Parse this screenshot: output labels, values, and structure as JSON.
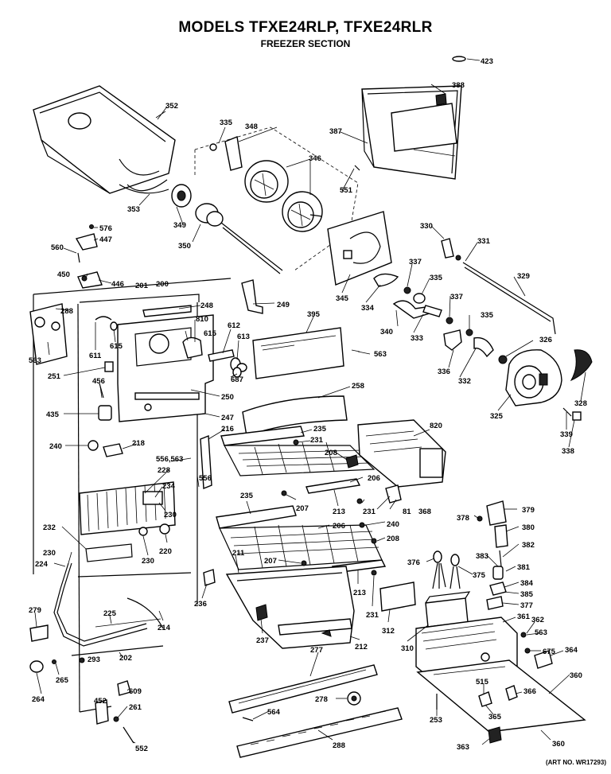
{
  "header": {
    "title": "MODELS TFXE24RLP, TFXE24RLR",
    "subtitle": "FREEZER SECTION"
  },
  "footer": {
    "art_no": "(ART NO. WR17293)"
  },
  "callouts": [
    {
      "id": "c423",
      "text": "423"
    },
    {
      "id": "c388",
      "text": "388"
    },
    {
      "id": "c352",
      "text": "352"
    },
    {
      "id": "c335a",
      "text": "335"
    },
    {
      "id": "c348",
      "text": "348"
    },
    {
      "id": "c387",
      "text": "387"
    },
    {
      "id": "c346",
      "text": "346"
    },
    {
      "id": "c551",
      "text": "551"
    },
    {
      "id": "c353",
      "text": "353"
    },
    {
      "id": "c349",
      "text": "349"
    },
    {
      "id": "c576",
      "text": "576"
    },
    {
      "id": "c447",
      "text": "447"
    },
    {
      "id": "c350",
      "text": "350"
    },
    {
      "id": "c560",
      "text": "560"
    },
    {
      "id": "c330",
      "text": "330"
    },
    {
      "id": "c331",
      "text": "331"
    },
    {
      "id": "c450",
      "text": "450"
    },
    {
      "id": "c446",
      "text": "446"
    },
    {
      "id": "c201",
      "text": "201"
    },
    {
      "id": "c200",
      "text": "200"
    },
    {
      "id": "c249",
      "text": "249"
    },
    {
      "id": "c337a",
      "text": "337"
    },
    {
      "id": "c335b",
      "text": "335"
    },
    {
      "id": "c329",
      "text": "329"
    },
    {
      "id": "c345",
      "text": "345"
    },
    {
      "id": "c334",
      "text": "334"
    },
    {
      "id": "c337b",
      "text": "337"
    },
    {
      "id": "c288",
      "text": "288"
    },
    {
      "id": "c248",
      "text": "248"
    },
    {
      "id": "c395",
      "text": "395"
    },
    {
      "id": "c810",
      "text": "810"
    },
    {
      "id": "c340",
      "text": "340"
    },
    {
      "id": "c333",
      "text": "333"
    },
    {
      "id": "c335c",
      "text": "335"
    },
    {
      "id": "c612",
      "text": "612"
    },
    {
      "id": "c613",
      "text": "613"
    },
    {
      "id": "c615a",
      "text": "615"
    },
    {
      "id": "c615b",
      "text": "615"
    },
    {
      "id": "c611",
      "text": "611"
    },
    {
      "id": "c563a",
      "text": "563"
    },
    {
      "id": "c563b",
      "text": "563"
    },
    {
      "id": "c326",
      "text": "326"
    },
    {
      "id": "c251",
      "text": "251"
    },
    {
      "id": "c687",
      "text": "687"
    },
    {
      "id": "c336",
      "text": "336"
    },
    {
      "id": "c332",
      "text": "332"
    },
    {
      "id": "c456",
      "text": "456"
    },
    {
      "id": "c258",
      "text": "258"
    },
    {
      "id": "c250",
      "text": "250"
    },
    {
      "id": "c325",
      "text": "325"
    },
    {
      "id": "c328",
      "text": "328"
    },
    {
      "id": "c435",
      "text": "435"
    },
    {
      "id": "c247",
      "text": "247"
    },
    {
      "id": "c339",
      "text": "339"
    },
    {
      "id": "c338",
      "text": "338"
    },
    {
      "id": "c820",
      "text": "820"
    },
    {
      "id": "c216",
      "text": "216"
    },
    {
      "id": "c235a",
      "text": "235"
    },
    {
      "id": "c240",
      "text": "240"
    },
    {
      "id": "c218",
      "text": "218"
    },
    {
      "id": "c231a",
      "text": "231"
    },
    {
      "id": "c208a",
      "text": "208"
    },
    {
      "id": "c556563",
      "text": "556,563"
    },
    {
      "id": "c228",
      "text": "228"
    },
    {
      "id": "c556",
      "text": "556"
    },
    {
      "id": "c234",
      "text": "234"
    },
    {
      "id": "c206a",
      "text": "206"
    },
    {
      "id": "c207a",
      "text": "207"
    },
    {
      "id": "c213a",
      "text": "213"
    },
    {
      "id": "c231b",
      "text": "231"
    },
    {
      "id": "c81",
      "text": "81"
    },
    {
      "id": "c368",
      "text": "368"
    },
    {
      "id": "c230a",
      "text": "230"
    },
    {
      "id": "c235b",
      "text": "235"
    },
    {
      "id": "c378",
      "text": "378"
    },
    {
      "id": "c379",
      "text": "379"
    },
    {
      "id": "c232",
      "text": "232"
    },
    {
      "id": "c240b",
      "text": "240"
    },
    {
      "id": "c206b",
      "text": "206"
    },
    {
      "id": "c380",
      "text": "380"
    },
    {
      "id": "c220",
      "text": "220"
    },
    {
      "id": "c208b",
      "text": "208"
    },
    {
      "id": "c382",
      "text": "382"
    },
    {
      "id": "c230b",
      "text": "230"
    },
    {
      "id": "c230c",
      "text": "230"
    },
    {
      "id": "c211",
      "text": "211"
    },
    {
      "id": "c207b",
      "text": "207"
    },
    {
      "id": "c383",
      "text": "383"
    },
    {
      "id": "c376",
      "text": "376"
    },
    {
      "id": "c375",
      "text": "375"
    },
    {
      "id": "c381",
      "text": "381"
    },
    {
      "id": "c224",
      "text": "224"
    },
    {
      "id": "c384",
      "text": "384"
    },
    {
      "id": "c385",
      "text": "385"
    },
    {
      "id": "c236",
      "text": "236"
    },
    {
      "id": "c213b",
      "text": "213"
    },
    {
      "id": "c377",
      "text": "377"
    },
    {
      "id": "c231c",
      "text": "231"
    },
    {
      "id": "c361",
      "text": "361"
    },
    {
      "id": "c279",
      "text": "279"
    },
    {
      "id": "c225",
      "text": "225"
    },
    {
      "id": "c214",
      "text": "214"
    },
    {
      "id": "c362",
      "text": "362"
    },
    {
      "id": "c563c",
      "text": "563"
    },
    {
      "id": "c237",
      "text": "237"
    },
    {
      "id": "c312",
      "text": "312"
    },
    {
      "id": "c310",
      "text": "310"
    },
    {
      "id": "c212",
      "text": "212"
    },
    {
      "id": "c675",
      "text": "675"
    },
    {
      "id": "c364",
      "text": "364"
    },
    {
      "id": "c202",
      "text": "202"
    },
    {
      "id": "c277",
      "text": "277"
    },
    {
      "id": "c293",
      "text": "293"
    },
    {
      "id": "c265",
      "text": "265"
    },
    {
      "id": "c360a",
      "text": "360"
    },
    {
      "id": "c609",
      "text": "609"
    },
    {
      "id": "c515",
      "text": "515"
    },
    {
      "id": "c366",
      "text": "366"
    },
    {
      "id": "c264",
      "text": "264"
    },
    {
      "id": "c452",
      "text": "452"
    },
    {
      "id": "c261",
      "text": "261"
    },
    {
      "id": "c278",
      "text": "278"
    },
    {
      "id": "c253",
      "text": "253"
    },
    {
      "id": "c365",
      "text": "365"
    },
    {
      "id": "c564",
      "text": "564"
    },
    {
      "id": "c552",
      "text": "552"
    },
    {
      "id": "c288b",
      "text": "288"
    },
    {
      "id": "c363",
      "text": "363"
    },
    {
      "id": "c360b",
      "text": "360"
    }
  ]
}
